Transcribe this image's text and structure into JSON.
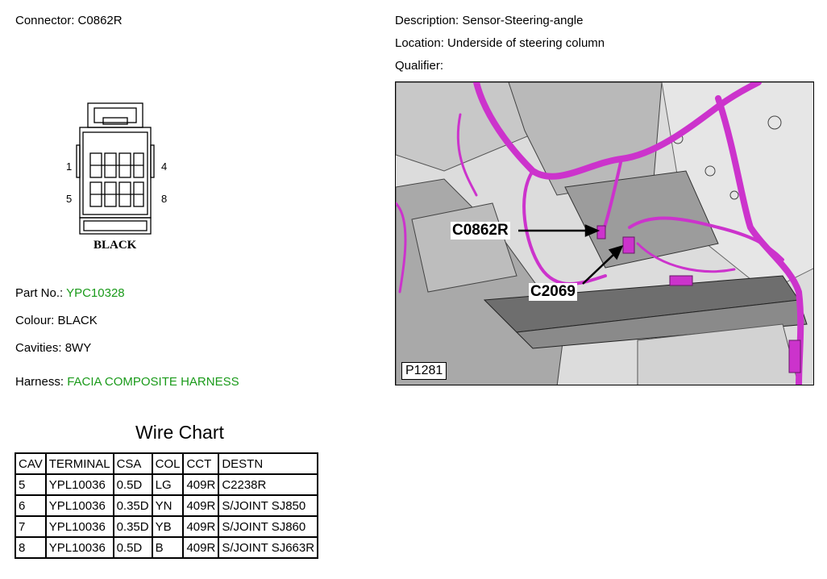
{
  "connector": {
    "label_prefix": "Connector: ",
    "id": "C0862R",
    "pin_labels": {
      "top_left": "1",
      "top_right": "4",
      "bottom_left": "5",
      "bottom_right": "8"
    },
    "color_label": "BLACK"
  },
  "details": {
    "part_no_label": "Part No.: ",
    "part_no": "YPC10328",
    "colour_label": "Colour: ",
    "colour": "BLACK",
    "cavities_label": "Cavities: ",
    "cavities": "8WY",
    "harness_label": "Harness: ",
    "harness": "FACIA COMPOSITE HARNESS"
  },
  "description": {
    "description_label": "Description: ",
    "description": "Sensor-Steering-angle",
    "location_label": "Location: ",
    "location": "Underside of steering column",
    "qualifier_label": "Qualifier:",
    "qualifier": ""
  },
  "photo": {
    "callout_1": "C0862R",
    "callout_2": "C2069",
    "reference": "P1281",
    "harness_color": "#cc33cc"
  },
  "wire_chart": {
    "title": "Wire Chart",
    "headers": [
      "CAV",
      "TERMINAL",
      "CSA",
      "COL",
      "CCT",
      "DESTN"
    ],
    "rows": [
      [
        "5",
        "YPL10036",
        "0.5D",
        "LG",
        "409R",
        "C2238R"
      ],
      [
        "6",
        "YPL10036",
        "0.35D",
        "YN",
        "409R",
        "S/JOINT SJ850"
      ],
      [
        "7",
        "YPL10036",
        "0.35D",
        "YB",
        "409R",
        "S/JOINT SJ860"
      ],
      [
        "8",
        "YPL10036",
        "0.5D",
        "B",
        "409R",
        "S/JOINT SJ663R"
      ]
    ]
  }
}
